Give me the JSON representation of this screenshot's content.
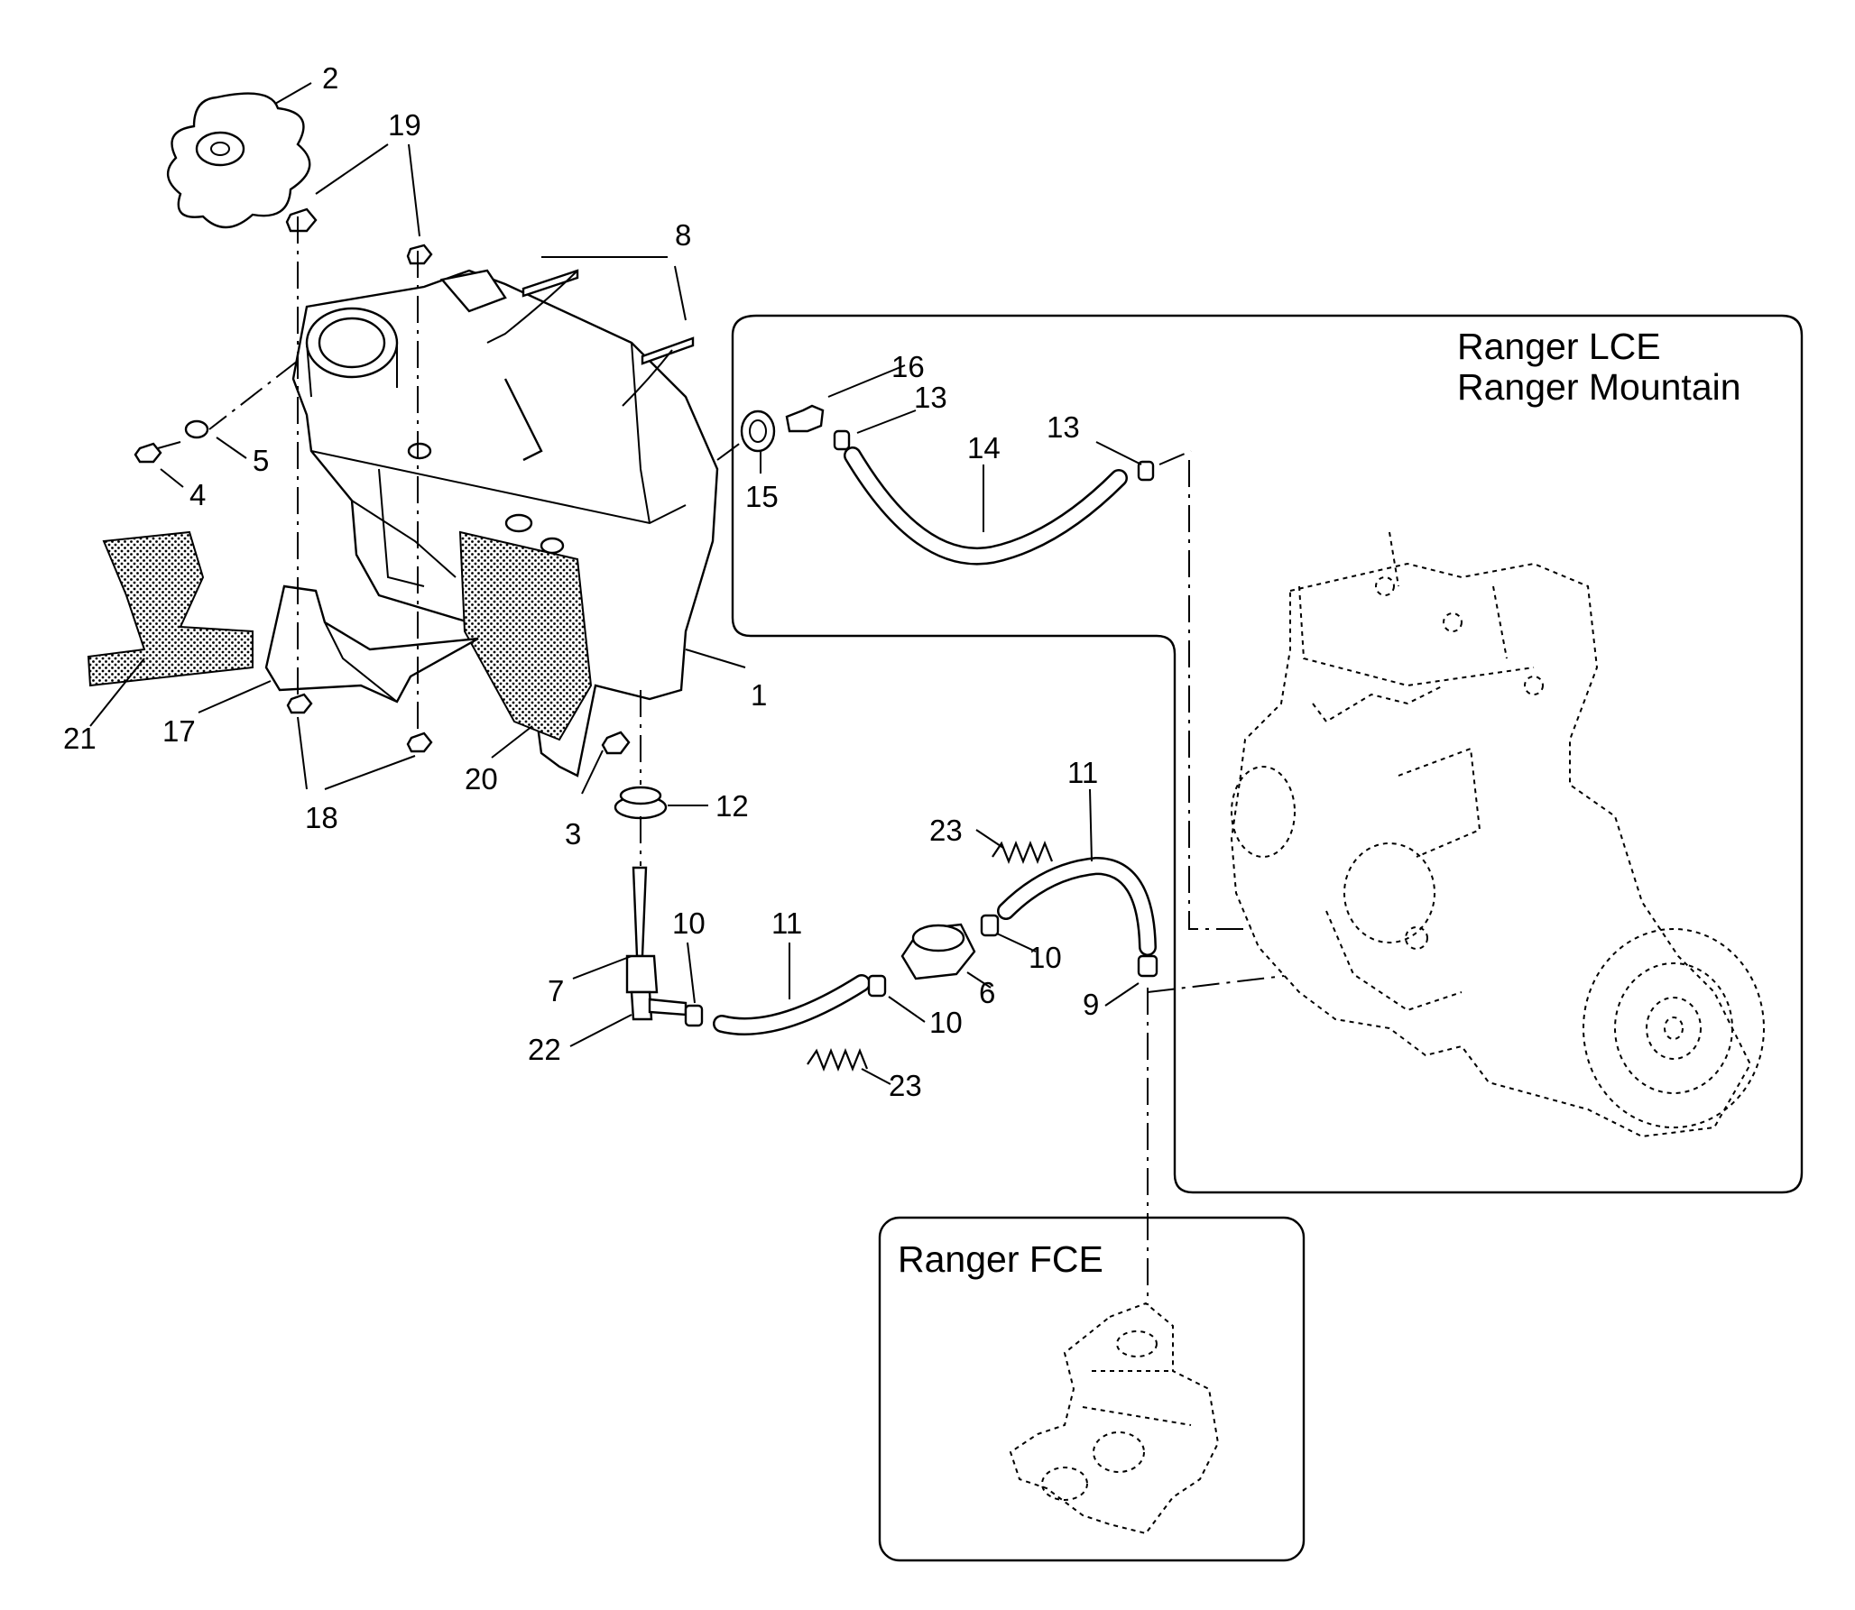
{
  "boxes": {
    "lce_line1": "Ranger LCE",
    "lce_line2": "Ranger Mountain",
    "fce": "Ranger FCE"
  },
  "callouts": {
    "c1": "1",
    "c2": "2",
    "c3": "3",
    "c4": "4",
    "c5": "5",
    "c6": "6",
    "c7": "7",
    "c8": "8",
    "c9": "9",
    "c10a": "10",
    "c10b": "10",
    "c10c": "10",
    "c11a": "11",
    "c11b": "11",
    "c12": "12",
    "c13a": "13",
    "c13b": "13",
    "c14": "14",
    "c15": "15",
    "c16": "16",
    "c17": "17",
    "c18": "18",
    "c19": "19",
    "c20": "20",
    "c21": "21",
    "c22": "22",
    "c23a": "23",
    "c23b": "23"
  }
}
